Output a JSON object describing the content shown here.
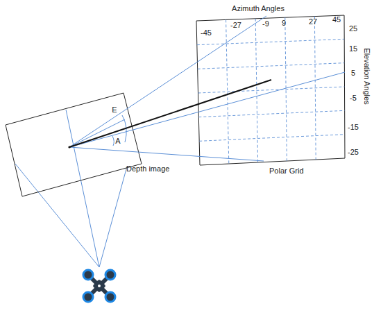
{
  "diagram": {
    "nodes": [
      {
        "text": [
          "Depth image"
        ]
      },
      {
        "text": [
          "Polar Grid"
        ]
      }
    ],
    "labels": [
      "Azimuth Angles",
      "-45",
      "-27",
      "-9",
      "9",
      "27",
      "45",
      "25",
      "15",
      "5",
      "-5",
      "-15",
      "-25",
      "Elevation Angles",
      "E",
      "A"
    ]
  }
}
